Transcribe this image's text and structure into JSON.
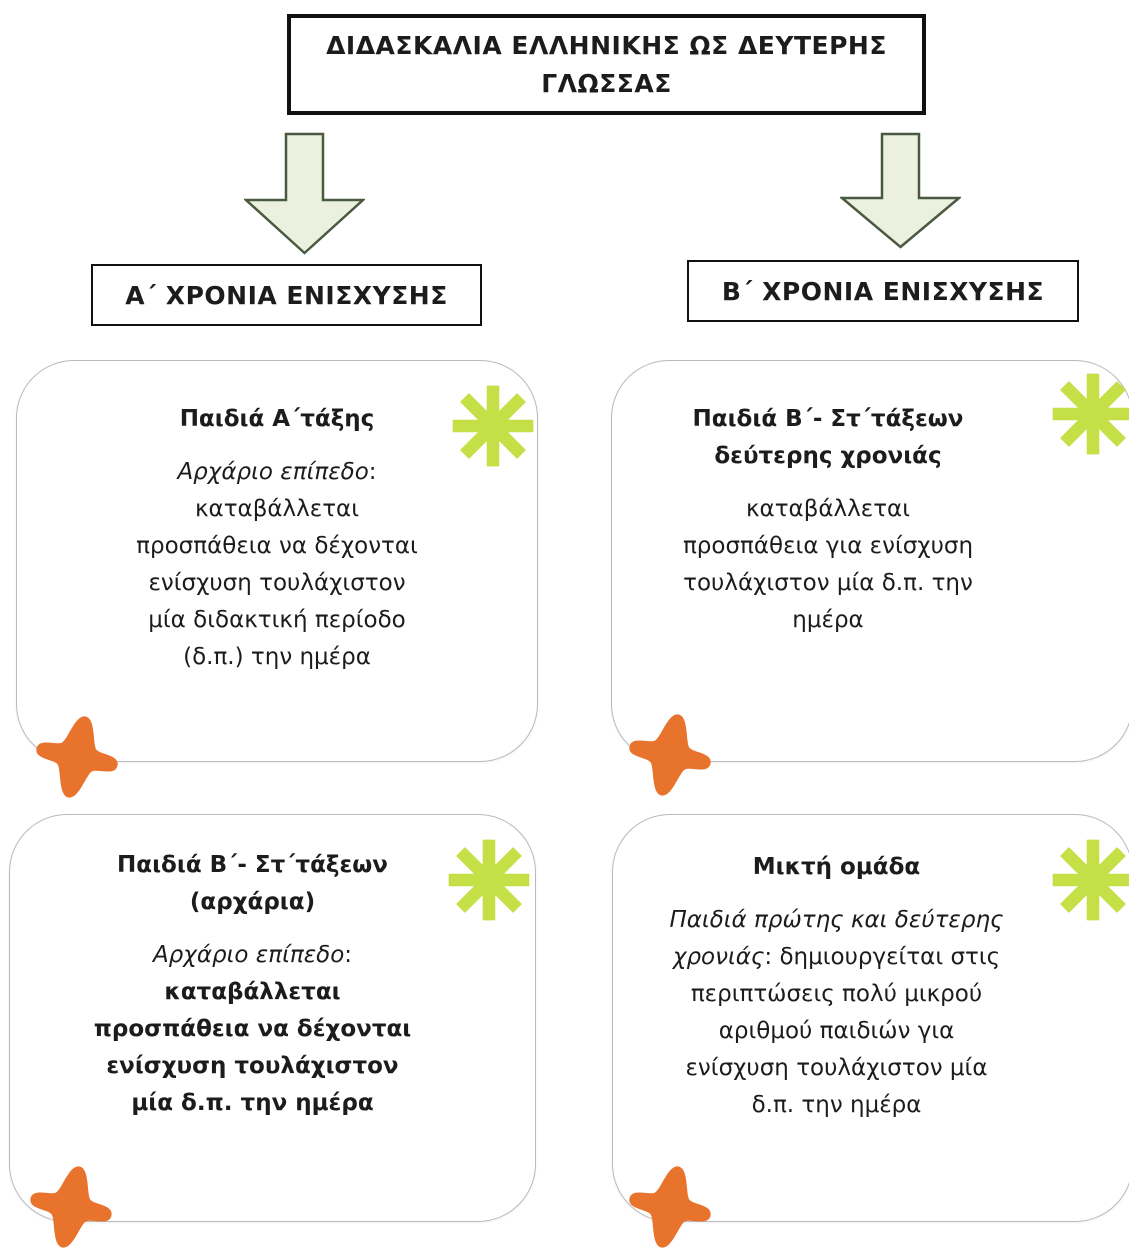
{
  "title": "ΔΙΔΑΣΚΑΛΙΑ ΕΛΛΗΝΙΚΗΣ ΩΣ ΔΕΥΤΕΡΗΣ ΓΛΩΣΣΑΣ",
  "colors": {
    "arrow_fill": "#ebf1de",
    "arrow_stroke": "#4a5a41",
    "star_green": "#c5df46",
    "flower_orange": "#e8732d",
    "card_border": "#b9b9b9"
  },
  "years": {
    "a": "Α΄ ΧΡΟΝΙΑ ΕΝΙΣΧΥΣΗΣ",
    "b": "Β΄ ΧΡΟΝΙΑ ΕΝΙΣΧΥΣΗΣ"
  },
  "cards": {
    "a1": {
      "heading": "Παιδιά Α΄τάξης",
      "lead": "Αρχάριο επίπεδο",
      "colon": ":",
      "lines": [
        "καταβάλλεται",
        "προσπάθεια να δέχονται",
        "ενίσχυση τουλάχιστον",
        "μία διδακτική περίοδο",
        "(δ.π.) την ημέρα"
      ]
    },
    "b1": {
      "heading_lines": [
        "Παιδιά Β΄- Στ΄τάξεων",
        "δεύτερης χρονιάς"
      ],
      "lines": [
        "καταβάλλεται",
        "προσπάθεια για ενίσχυση",
        "τουλάχιστον μία δ.π. την",
        "ημέρα"
      ]
    },
    "a2": {
      "heading_lines": [
        "Παιδιά Β΄- Στ΄τάξεων",
        "(αρχάρια)"
      ],
      "lead": "Αρχάριο επίπεδο",
      "colon": ":",
      "lines": [
        "καταβάλλεται",
        "προσπάθεια να δέχονται",
        "ενίσχυση τουλάχιστον",
        "μία δ.π. την ημέρα"
      ]
    },
    "b2": {
      "heading": "Μικτή ομάδα",
      "lead_line1": "Παιδιά πρώτης και  δεύτερης",
      "lead_line2": "χρονιάς",
      "line2_rest": ": δημιουργείται στις",
      "lines": [
        "περιπτώσεις πολύ μικρού",
        "αριθμού παιδιών για",
        "ενίσχυση τουλάχιστον μία",
        "δ.π. την ημέρα"
      ]
    }
  }
}
